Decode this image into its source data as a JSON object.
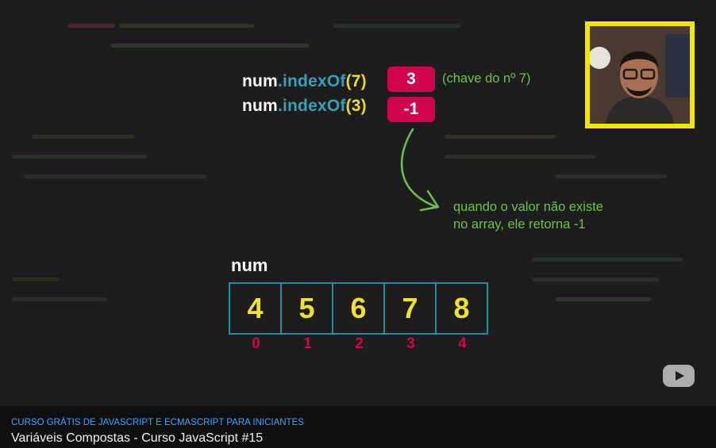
{
  "video": {
    "code_lines": [
      {
        "prefix": "num",
        "dot": ".",
        "method": "indexOf",
        "open": "(",
        "arg": "7",
        "close": ")",
        "result": "3"
      },
      {
        "prefix": "num",
        "dot": ".",
        "method": "indexOf",
        "open": "(",
        "arg": "3",
        "close": ")",
        "result": "-1"
      }
    ],
    "note_key": "(chave do nº 7)",
    "note_missing_1": "quando o valor não existe",
    "note_missing_2": "no array, ele retorna -1",
    "array_label": "num",
    "array_values": [
      "4",
      "5",
      "6",
      "7",
      "8"
    ],
    "array_indices": [
      "0",
      "1",
      "2",
      "3",
      "4"
    ],
    "webcam_icon": "presenter-webcam",
    "logo_icon": "youtube-logo-icon"
  },
  "meta": {
    "series": "CURSO GRÁTIS DE JAVASCRIPT E ECMASCRIPT PARA INICIANTES",
    "title": "Variáveis Compostas - Curso JavaScript #15"
  },
  "colors": {
    "badge": "#d0044c",
    "method": "#35a0b8",
    "value": "#f0e030",
    "note": "#6cc24a",
    "array_border": "#22909f",
    "webcam_border": "#f2e600",
    "series_link": "#3ea6ff"
  }
}
